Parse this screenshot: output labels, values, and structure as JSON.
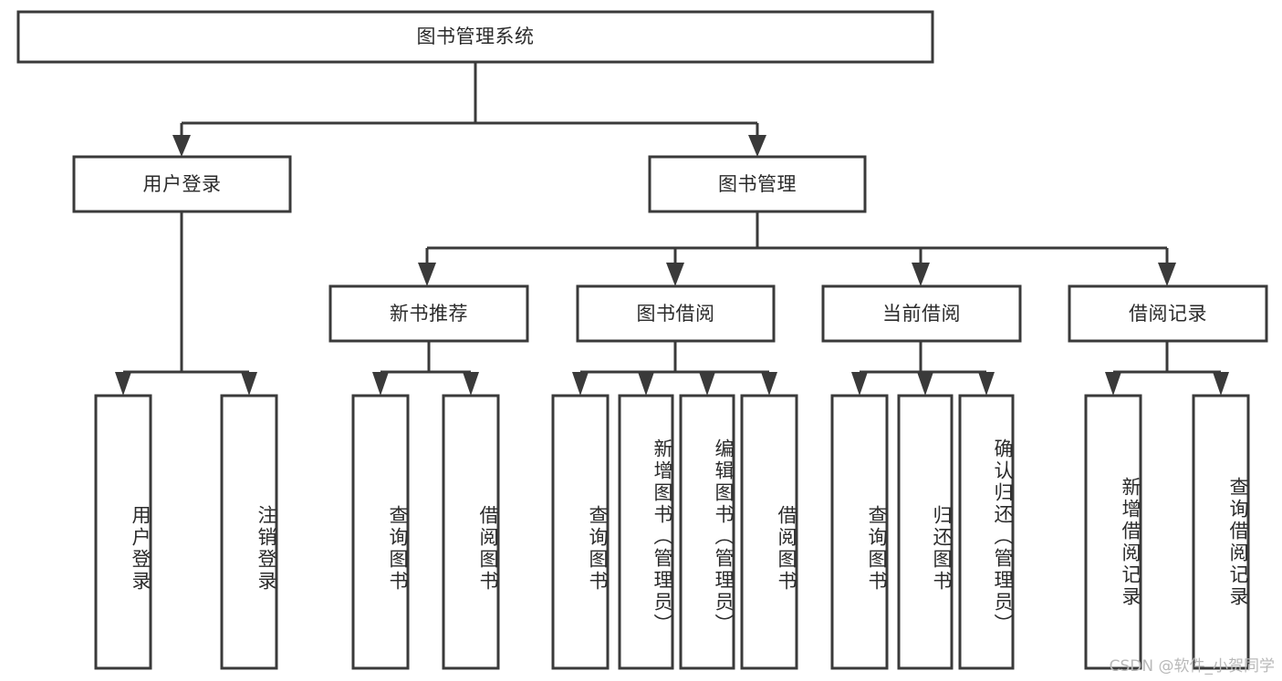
{
  "diagram": {
    "title": "图书管理系统",
    "watermark": "CSDN @软件_小贺同学",
    "line_color": "#3a3a3a",
    "box_fill": "#ffffff",
    "text_color": "#2b2b2b",
    "nodes": {
      "root": {
        "label": "图书管理系统"
      },
      "level2": [
        {
          "id": "user-login",
          "label": "用户登录"
        },
        {
          "id": "book-manage",
          "label": "图书管理"
        }
      ],
      "level3": [
        {
          "id": "new-book-recommend",
          "label": "新书推荐"
        },
        {
          "id": "book-borrow",
          "label": "图书借阅"
        },
        {
          "id": "current-borrow",
          "label": "当前借阅"
        },
        {
          "id": "borrow-record",
          "label": "借阅记录"
        }
      ],
      "leaves": {
        "user-login": [
          {
            "id": "leaf-user-login",
            "label": "用户登录"
          },
          {
            "id": "leaf-logout",
            "label": "注销登录"
          }
        ],
        "new-book-recommend": [
          {
            "id": "leaf-query-book-1",
            "label": "查询图书"
          },
          {
            "id": "leaf-borrow-book-1",
            "label": "借阅图书"
          }
        ],
        "book-borrow": [
          {
            "id": "leaf-query-book-2",
            "label": "查询图书"
          },
          {
            "id": "leaf-add-book",
            "label": "新增图书（管理员）"
          },
          {
            "id": "leaf-edit-book",
            "label": "编辑图书（管理员）"
          },
          {
            "id": "leaf-borrow-book-2",
            "label": "借阅图书"
          }
        ],
        "current-borrow": [
          {
            "id": "leaf-query-book-3",
            "label": "查询图书"
          },
          {
            "id": "leaf-return-book",
            "label": "归还图书"
          },
          {
            "id": "leaf-confirm-return",
            "label": "确认归还（管理员）"
          }
        ],
        "borrow-record": [
          {
            "id": "leaf-add-record",
            "label": "新增借阅记录"
          },
          {
            "id": "leaf-query-record",
            "label": "查询借阅记录"
          }
        ]
      }
    }
  }
}
